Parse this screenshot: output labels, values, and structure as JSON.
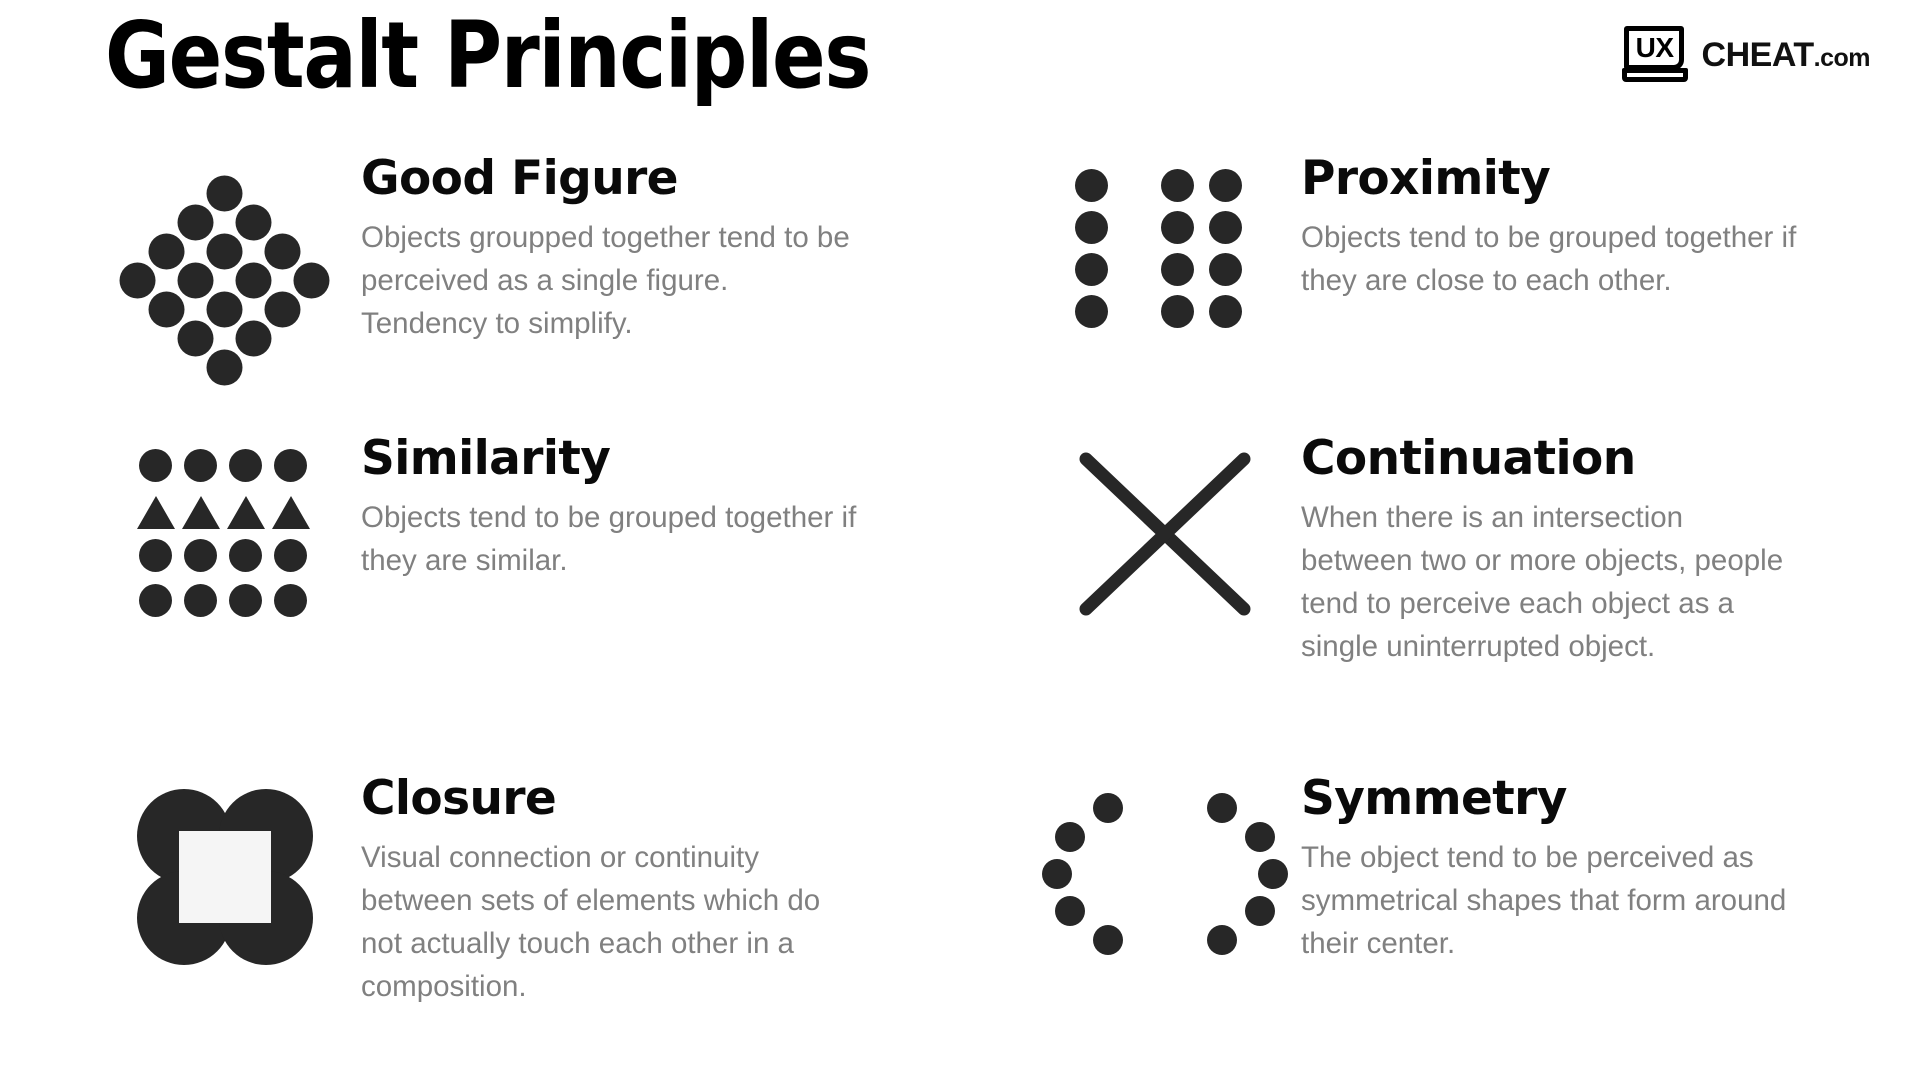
{
  "page": {
    "title": "Gestalt Principles",
    "background_color": "#ffffff",
    "title_color": "#000000",
    "heading_color": "#0a0a0a",
    "body_color": "#808080",
    "shape_color": "#272727"
  },
  "logo": {
    "mark_label": "UX",
    "wordmark": "CHEAT",
    "tld": ".com",
    "icon_name": "laptop-icon"
  },
  "principles": [
    {
      "id": "good-figure",
      "title": "Good Figure",
      "description": "Objects groupped together tend to be perceived as a single figure. Tendency to simplify.",
      "icon_name": "diamond-dot-lattice-icon"
    },
    {
      "id": "proximity",
      "title": "Proximity",
      "description": "Objects tend to be grouped together if they are close to each other.",
      "icon_name": "grouped-dot-columns-icon"
    },
    {
      "id": "similarity",
      "title": "Similarity",
      "description": "Objects tend to be grouped together if they are similar.",
      "icon_name": "circles-and-triangles-grid-icon"
    },
    {
      "id": "continuation",
      "title": "Continuation",
      "description": "When there is an intersection between two or more objects, people tend to perceive each object as a single uninterrupted object.",
      "icon_name": "crossing-lines-x-icon"
    },
    {
      "id": "closure",
      "title": "Closure",
      "description": "Visual connection or continuity between sets of elements which do not actually touch each other in a composition.",
      "icon_name": "kanizsa-square-icon"
    },
    {
      "id": "symmetry",
      "title": "Symmetry",
      "description": "The object tend to be perceived as symmetrical shapes that form around their center.",
      "icon_name": "mirrored-dot-arcs-icon"
    }
  ]
}
